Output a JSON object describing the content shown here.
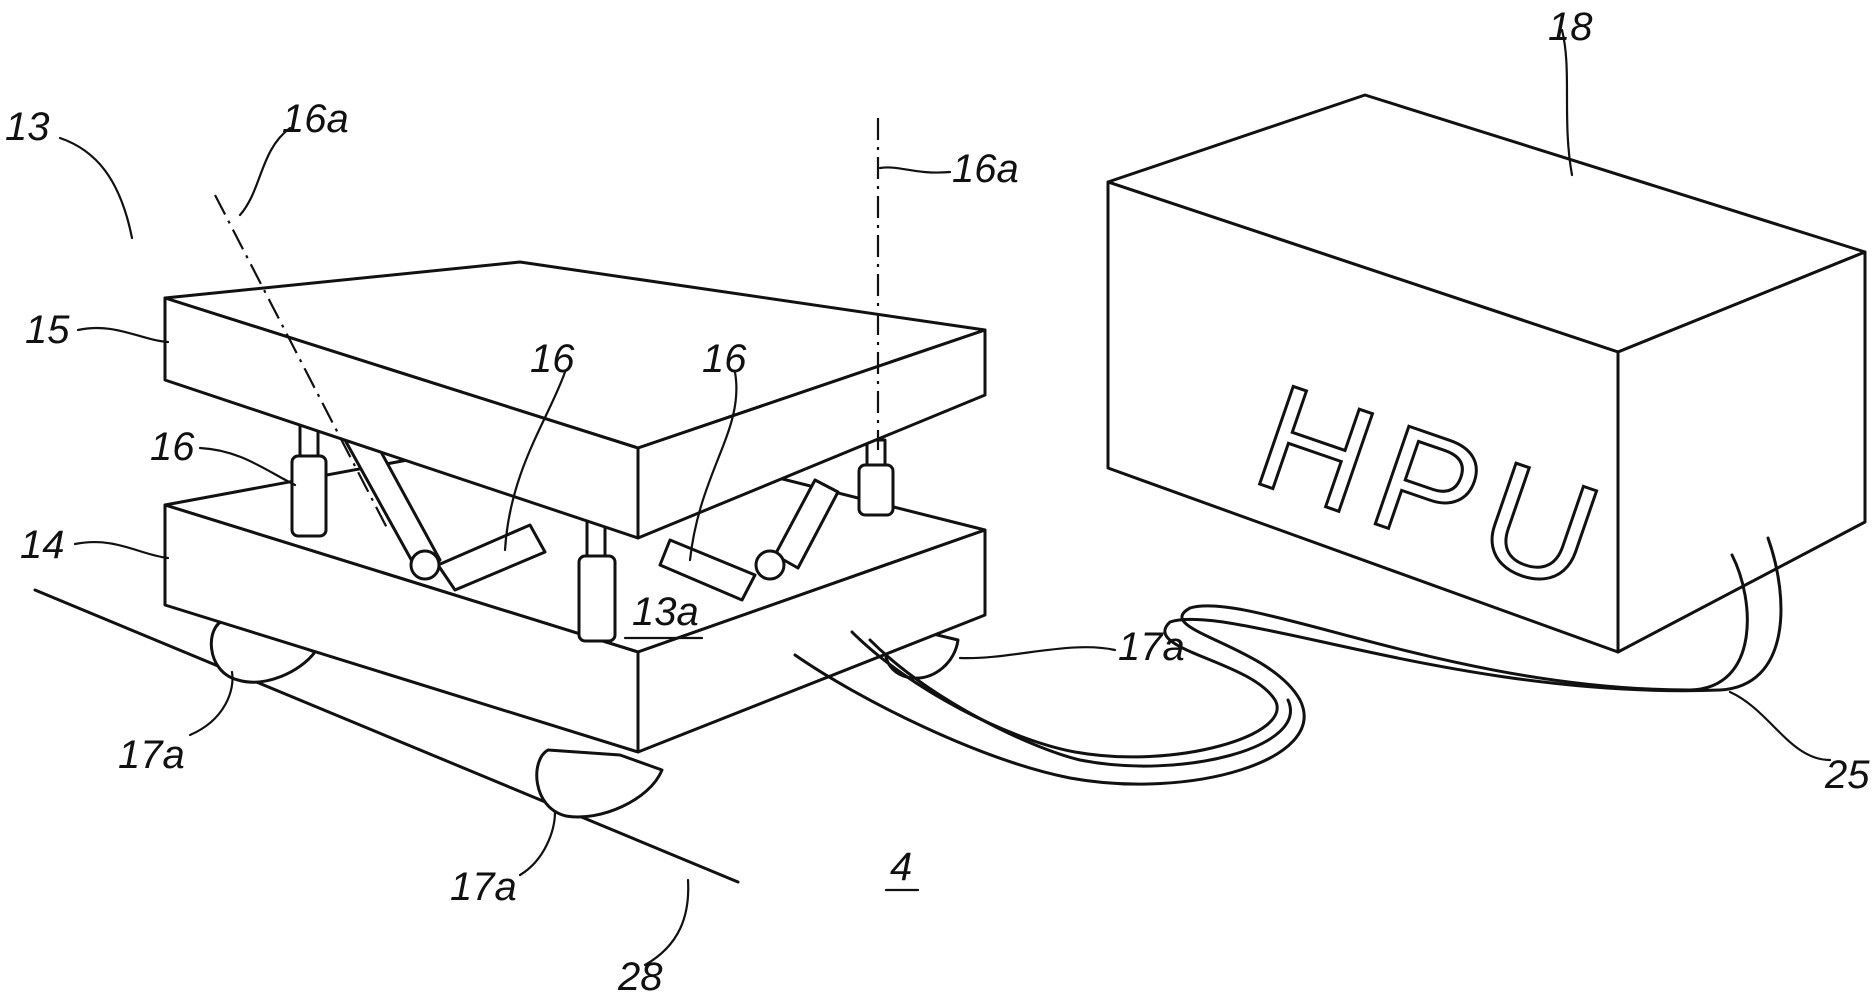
{
  "figure": {
    "labels": {
      "system": "13",
      "axis_left": "16a",
      "axis_right": "16a",
      "top_plate": "15",
      "bottom_plate": "14",
      "actuator_left": "16",
      "actuator_mid_a": "16",
      "actuator_mid_b": "16",
      "base_underline": "13a",
      "wheel_right": "17a",
      "wheel_left": "17a",
      "wheel_front": "17a",
      "hpu_ref": "18",
      "hoses": "25",
      "rail": "28",
      "deck": "4"
    },
    "hpu_text": "HPU"
  }
}
